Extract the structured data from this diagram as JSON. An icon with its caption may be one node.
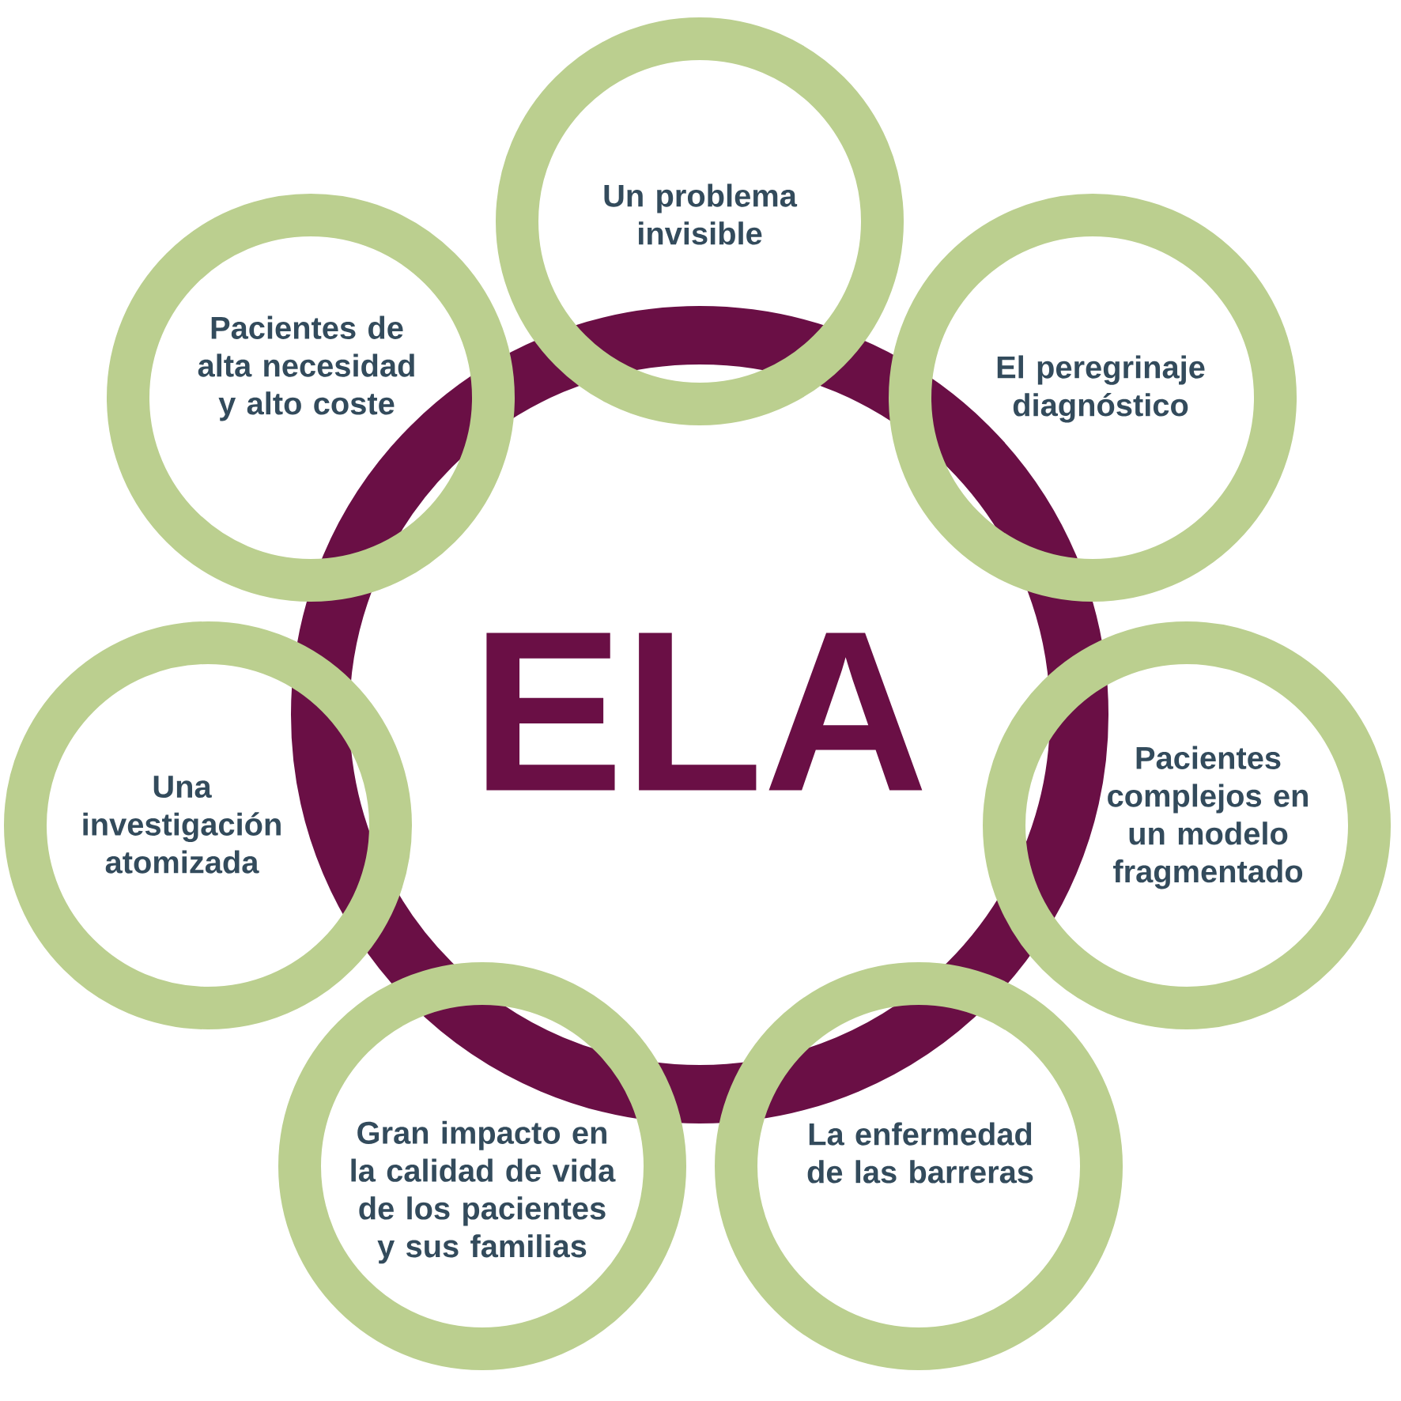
{
  "diagram": {
    "nodes": [
      {
        "text": [
          "ELA"
        ]
      },
      {
        "text": [
          "Un problema invisible"
        ]
      },
      {
        "text": [
          "El peregrinaje diagnóstico"
        ]
      },
      {
        "text": [
          "Pacientes complejos en un modelo fragmentado"
        ]
      },
      {
        "text": [
          "La enfermedad de las barreras"
        ]
      },
      {
        "text": [
          "Gran impacto en la calidad de vida de los pacientes y sus familias"
        ]
      },
      {
        "text": [
          "Una investigación atomizada"
        ]
      },
      {
        "text": [
          "Pacientes de alta necesidad y alto coste"
        ]
      }
    ]
  }
}
